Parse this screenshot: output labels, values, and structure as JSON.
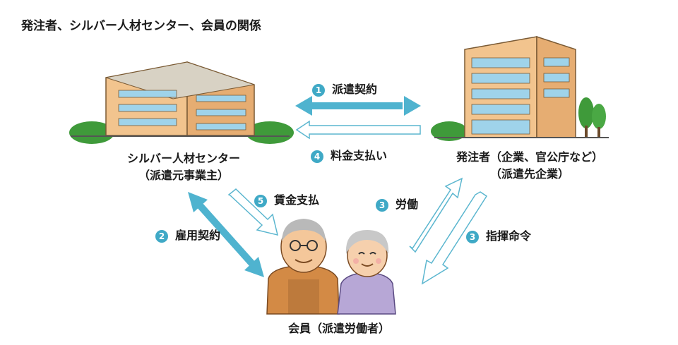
{
  "title": "発注者、シルバー人材センター、会員の関係",
  "nodes": {
    "center": {
      "line1": "シルバー人材センター",
      "line2": "（派遣元事業主）"
    },
    "client": {
      "line1": "発注者（企業、官公庁など）",
      "line2": "（派遣先企業）"
    },
    "member": {
      "label": "会員（派遣労働者）"
    }
  },
  "relations": [
    {
      "num": "1",
      "label": "派遣契約"
    },
    {
      "num": "4",
      "label": "料金支払い"
    },
    {
      "num": "5",
      "label": "賃金支払"
    },
    {
      "num": "2",
      "label": "雇用契約"
    },
    {
      "num": "3",
      "label": "労働"
    },
    {
      "num": "3",
      "label": "指揮命令"
    }
  ],
  "colors": {
    "accent": "#3fa9c6",
    "outline": "#5bb6cf",
    "building": "#f2c48e",
    "window": "#9fd3ea",
    "tree": "#3f9a3a"
  }
}
